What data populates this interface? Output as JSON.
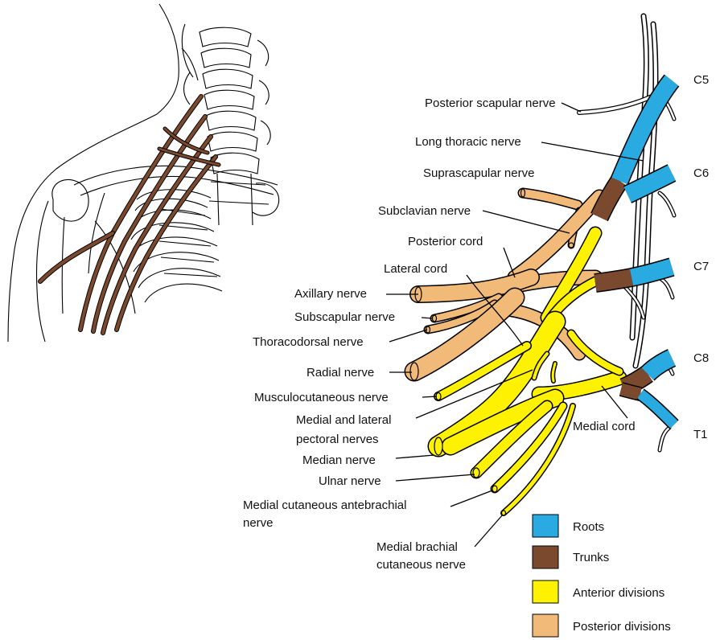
{
  "colors": {
    "roots": "#29ABE2",
    "trunks": "#7B4A2E",
    "anterior": "#FFF200",
    "posterior": "#F2BA78"
  },
  "root_labels": [
    "C5",
    "C6",
    "C7",
    "C8",
    "T1"
  ],
  "labels": {
    "posterior_scapular": "Posterior scapular nerve",
    "long_thoracic": "Long thoracic nerve",
    "suprascapular": "Suprascapular nerve",
    "subclavian": "Subclavian nerve",
    "posterior_cord": "Posterior cord",
    "lateral_cord": "Lateral cord",
    "axillary": "Axillary nerve",
    "subscapular": "Subscapular nerve",
    "thoracodorsal": "Thoracodorsal nerve",
    "radial": "Radial nerve",
    "musculocutaneous": "Musculocutaneous nerve",
    "pectoral_line1": "Medial and lateral",
    "pectoral_line2": "pectoral nerves",
    "median": "Median nerve",
    "ulnar": "Ulnar nerve",
    "med_cut_ante_line1": "Medial cutaneous antebrachial",
    "med_cut_ante_line2": "nerve",
    "med_brach_line1": "Medial brachial",
    "med_brach_line2": "cutaneous nerve",
    "medial_cord": "Medial cord"
  },
  "legend": [
    {
      "label": "Roots",
      "color_key": "roots"
    },
    {
      "label": "Trunks",
      "color_key": "trunks"
    },
    {
      "label": "Anterior divisions",
      "color_key": "anterior"
    },
    {
      "label": "Posterior divisions",
      "color_key": "posterior"
    }
  ]
}
